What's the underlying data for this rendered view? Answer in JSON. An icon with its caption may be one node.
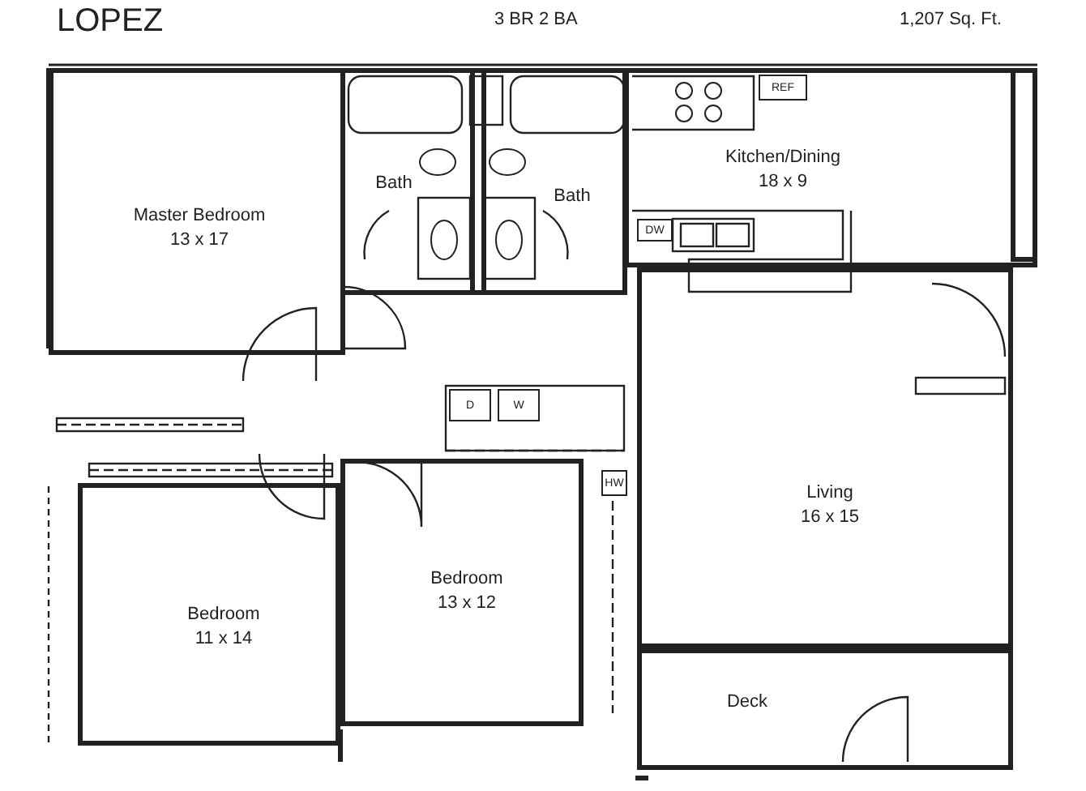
{
  "diagram": {
    "title": "LOPEZ",
    "nodes": [
      {
        "text": [
          "Master Bedroom",
          "13 x 17"
        ]
      },
      {
        "text": [
          "Bath"
        ]
      },
      {
        "text": [
          "Bath"
        ]
      },
      {
        "text": [
          "Kitchen/Dining",
          "18 x 9"
        ]
      },
      {
        "text": [
          "REF"
        ],
        "in": 3
      },
      {
        "text": [
          "DW"
        ],
        "in": 3
      },
      {
        "text": [
          "D"
        ]
      },
      {
        "text": [
          "W"
        ]
      },
      {
        "text": [
          "HW"
        ]
      },
      {
        "text": [
          "Living",
          "16 x 15"
        ]
      },
      {
        "text": [
          "Bedroom",
          "13 x 12"
        ]
      },
      {
        "text": [
          "Bedroom",
          "11 x 14"
        ]
      },
      {
        "text": [
          "Deck"
        ]
      }
    ],
    "edges": [],
    "labels": [
      "3 BR 2 BA",
      "1,207 Sq. Ft."
    ]
  }
}
